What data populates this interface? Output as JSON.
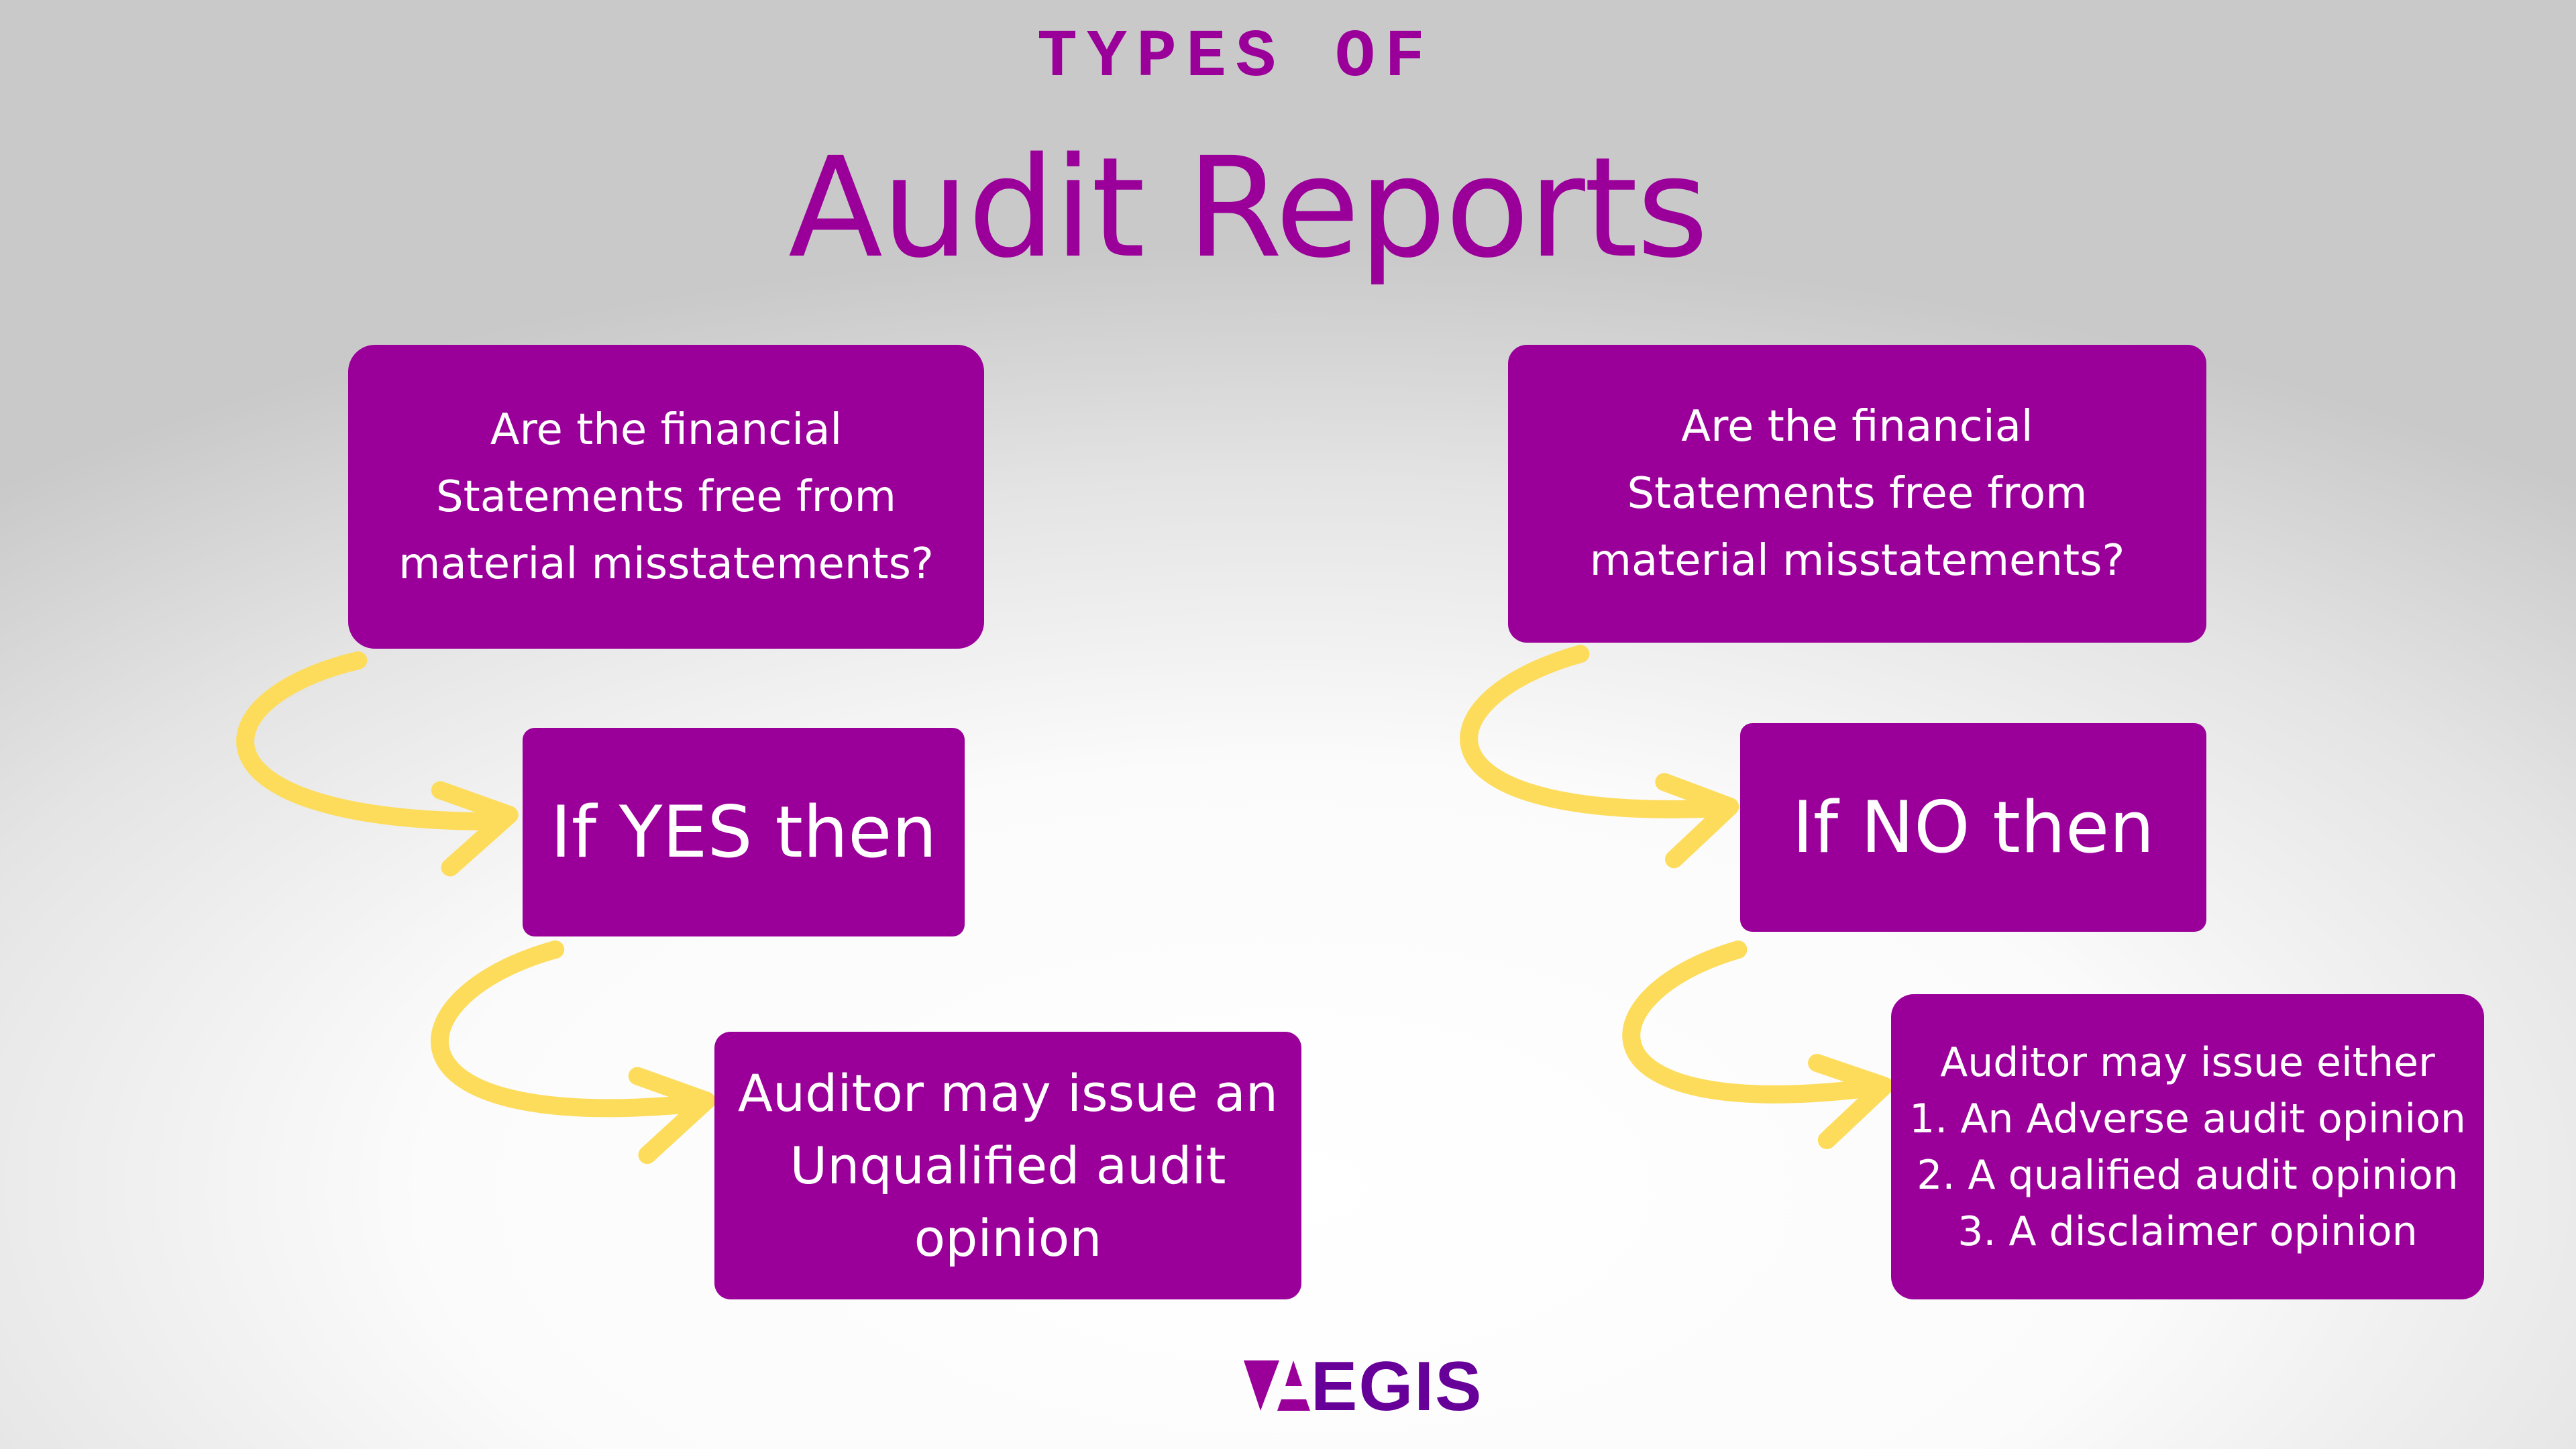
{
  "header": {
    "kicker": "TYPES OF",
    "title": "Audit Reports"
  },
  "left_flow": {
    "question": [
      "Are the financial",
      "Statements free from",
      "material misstatements?"
    ],
    "condition": "If YES then",
    "outcome": [
      "Auditor may issue an",
      "Unqualified audit",
      "opinion"
    ]
  },
  "right_flow": {
    "question": [
      "Are the financial",
      "Statements free from",
      "material misstatements?"
    ],
    "condition": "If NO then",
    "outcome": [
      "Auditor may issue either",
      "1. An Adverse audit opinion",
      "2. A qualified audit opinion",
      "3. A disclaimer opinion"
    ]
  },
  "logo": {
    "text": "AEGIS"
  },
  "colors": {
    "purple": "#9a0099",
    "logo_purple": "#660099",
    "arrow_yellow": "#fddc5c"
  }
}
